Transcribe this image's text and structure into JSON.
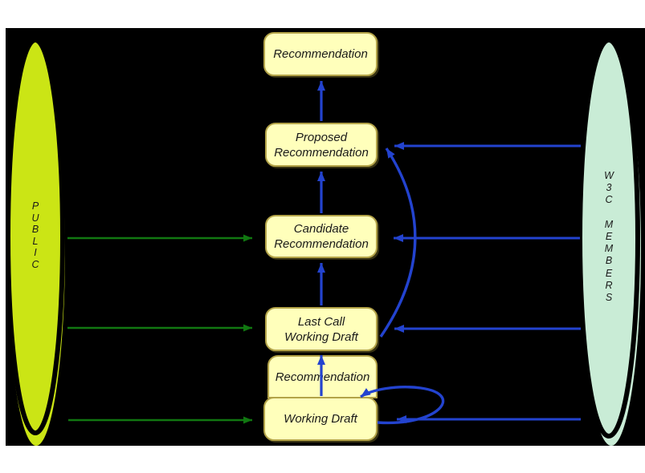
{
  "title": "W3C Recommendation track process diagram",
  "colors": {
    "page_bg": "#ffffff",
    "canvas_bg": "#000000",
    "box_fill": "#ffffbb",
    "box_border": "#b3a348",
    "blue_arrow": "#2343cf",
    "green_arrow": "#117711",
    "public_fill": "#cbe515",
    "members_fill": "#c9ecd6",
    "label_text": "#1a1a1a"
  },
  "diagram": {
    "ellipses": {
      "public": {
        "label": "P\nU\nB\nL\nI\nC"
      },
      "members": {
        "label": "W\n3\nC\n\nM\nE\nM\nB\nE\nR\nS"
      }
    },
    "boxes": {
      "recommendation_final": {
        "label": "Recommendation"
      },
      "proposed_recommendation": {
        "label": "Proposed\nRecommendation"
      },
      "candidate_recommendation": {
        "label": "Candidate\nRecommendation"
      },
      "last_call_working_draft": {
        "label": "Last Call\nWorking Draft"
      },
      "recommendation_behind": {
        "label": "Recommendation"
      },
      "working_draft": {
        "label": "Working Draft"
      }
    },
    "flows": [
      {
        "name": "proposed-to-final",
        "color": "blue",
        "from": "Proposed Recommendation",
        "to": "Recommendation"
      },
      {
        "name": "candidate-to-proposed",
        "color": "blue",
        "from": "Candidate Recommendation",
        "to": "Proposed Recommendation"
      },
      {
        "name": "last-call-to-candidate",
        "color": "blue",
        "from": "Last Call Working Draft",
        "to": "Candidate Recommendation"
      },
      {
        "name": "working-draft-to-last-call",
        "color": "blue",
        "from": "Working Draft",
        "to": "Last Call Working Draft"
      },
      {
        "name": "last-call-to-proposed-arc",
        "color": "blue",
        "from": "Last Call Working Draft",
        "to": "Proposed Recommendation"
      },
      {
        "name": "working-draft-revision-loop",
        "color": "blue",
        "from": "Working Draft",
        "to": "Working Draft"
      },
      {
        "name": "members-to-proposed",
        "color": "blue",
        "from": "W3C MEMBERS",
        "to": "Proposed Recommendation"
      },
      {
        "name": "members-to-candidate",
        "color": "blue",
        "from": "W3C MEMBERS",
        "to": "Candidate Recommendation"
      },
      {
        "name": "members-to-last-call",
        "color": "blue",
        "from": "W3C MEMBERS",
        "to": "Last Call Working Draft"
      },
      {
        "name": "members-to-working-draft",
        "color": "blue",
        "from": "W3C MEMBERS",
        "to": "Working Draft"
      },
      {
        "name": "public-to-candidate",
        "color": "green",
        "from": "PUBLIC",
        "to": "Candidate Recommendation"
      },
      {
        "name": "public-to-last-call",
        "color": "green",
        "from": "PUBLIC",
        "to": "Last Call Working Draft"
      },
      {
        "name": "public-to-working-draft",
        "color": "green",
        "from": "PUBLIC",
        "to": "Working Draft"
      }
    ]
  }
}
